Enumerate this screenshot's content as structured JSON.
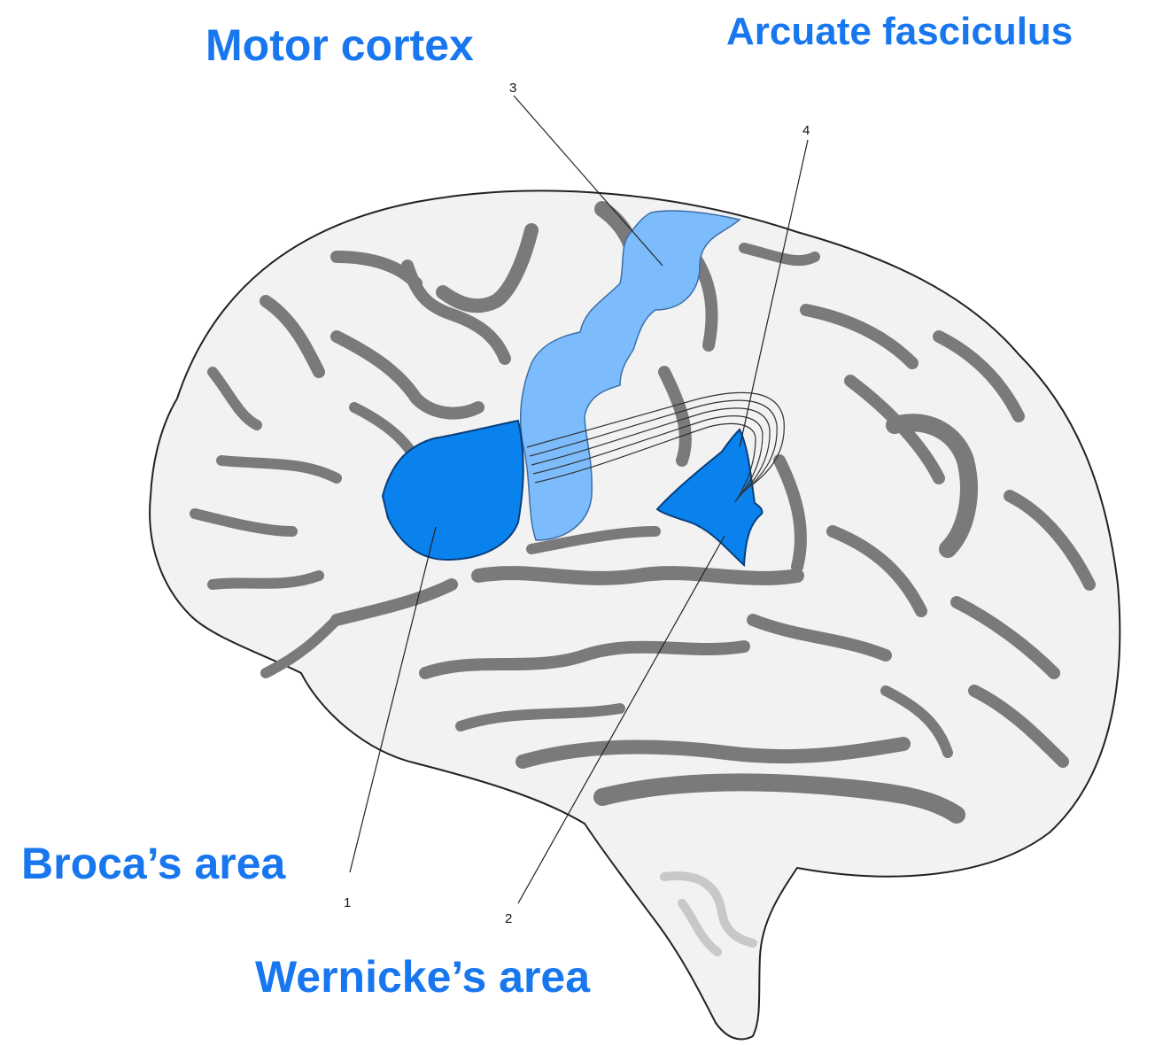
{
  "colors": {
    "label_blue": "#1877ee",
    "area_blue": "#0a82ee",
    "motor_blue": "#7dbcfc",
    "brain_fill": "#f2f2f2",
    "sulci": "#7a7a7a",
    "cerebellum_mark": "#c8c8c8",
    "outline": "#222222"
  },
  "labels": {
    "motor_cortex": "Motor cortex",
    "arcuate_fasciculus": "Arcuate fasciculus",
    "brocas_area": "Broca’s area",
    "wernickes_area": "Wernicke’s area"
  },
  "callouts": {
    "n1": "1",
    "n2": "2",
    "n3": "3",
    "n4": "4"
  }
}
